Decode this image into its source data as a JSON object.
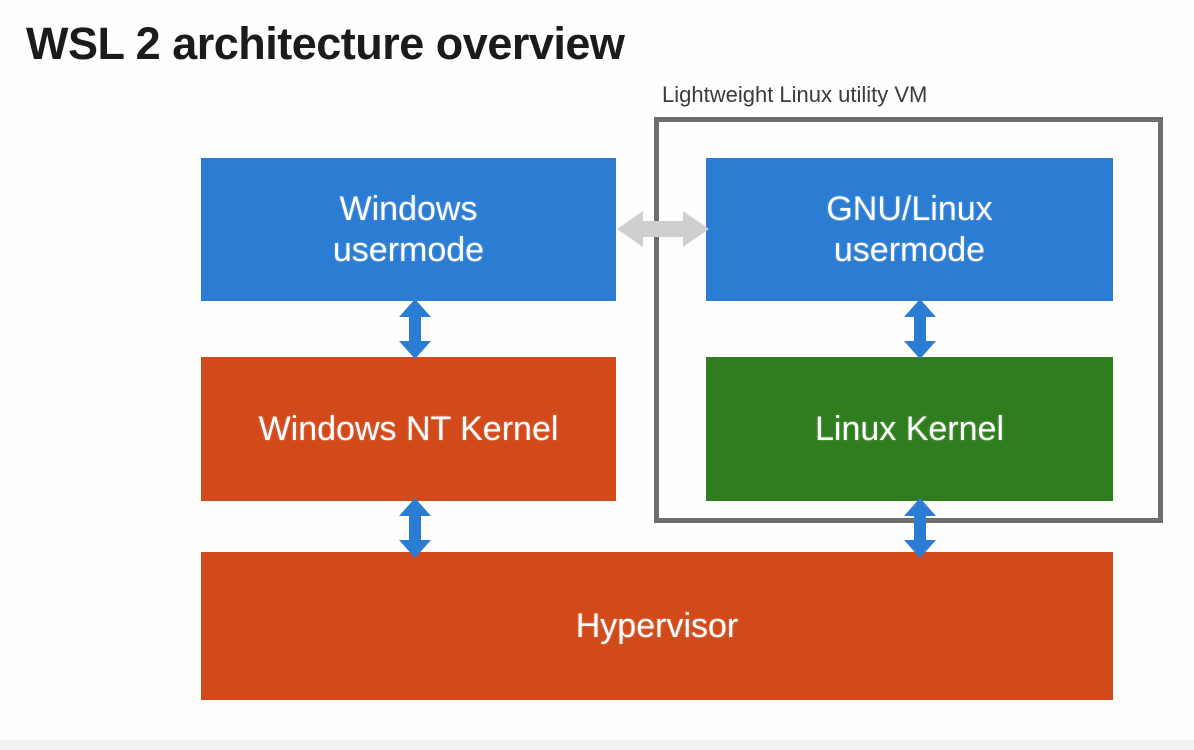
{
  "diagram": {
    "title": "WSL 2 architecture overview",
    "vm": {
      "label": "Lightweight Linux utility VM"
    },
    "blocks": [
      {
        "id": "windows-usermode",
        "label": "Windows usermode",
        "line1": "Windows",
        "line2": "usermode",
        "color": "#2b7cd3",
        "text_color": "#ffffff"
      },
      {
        "id": "gnu-linux-usermode",
        "label": "GNU/Linux usermode",
        "line1": "GNU/Linux",
        "line2": "usermode",
        "color": "#2b7cd3",
        "text_color": "#ffffff"
      },
      {
        "id": "windows-nt-kernel",
        "label": "Windows NT Kernel",
        "color": "#d2491a",
        "text_color": "#ffffff"
      },
      {
        "id": "linux-kernel",
        "label": "Linux Kernel",
        "color": "#2f7d1f",
        "text_color": "#ffffff"
      },
      {
        "id": "hypervisor",
        "label": "Hypervisor",
        "color": "#d2491a",
        "text_color": "#ffffff"
      }
    ],
    "connectors": [
      {
        "id": "windows-usermode-to-nt-kernel",
        "type": "vertical-double-arrow",
        "color": "#2b7cd3"
      },
      {
        "id": "nt-kernel-to-hypervisor",
        "type": "vertical-double-arrow",
        "color": "#2b7cd3"
      },
      {
        "id": "gnu-usermode-to-linux-kernel",
        "type": "vertical-double-arrow",
        "color": "#2b7cd3"
      },
      {
        "id": "linux-kernel-to-hypervisor",
        "type": "vertical-double-arrow",
        "color": "#2b7cd3"
      },
      {
        "id": "windows-usermode-to-gnu-usermode",
        "type": "horizontal-double-arrow",
        "color": "#cfcfcf"
      }
    ],
    "colors": {
      "background": "#fffefd",
      "blue": "#2b7cd3",
      "orange": "#d2491a",
      "green": "#2f7d1f",
      "vm_border": "#6e6e6e",
      "gray_arrow": "#cfcfcf",
      "title_text": "#1b1b1b",
      "vm_label_text": "#3b3b3b"
    }
  }
}
